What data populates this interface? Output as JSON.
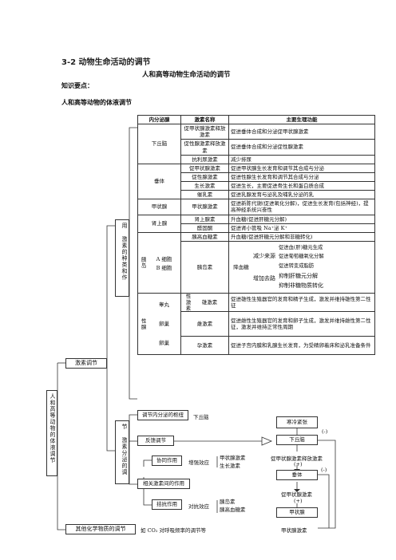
{
  "heading": {
    "section": "3-2 动物生命活动的调节",
    "title": "人和高等动物生命活动的调节",
    "key_points": "知识要点：",
    "sub": "人和高等动物的体液调节"
  },
  "left_tree": {
    "root": "人和高等动物的体液调节",
    "hormone_reg": "激素调节",
    "use_label": "用 激素的种类和作",
    "reg_label": "节 激素分泌的调",
    "other_reg": "其他化学物质的调节",
    "other_example": "如 CO₂ 对呼吸频率的调节等"
  },
  "table": {
    "headers": [
      "内分泌腺",
      "激素名称",
      "主要生理功能"
    ],
    "hypothalamus": {
      "gland": "下丘脑",
      "rows": [
        {
          "name": "促甲状腺激素释放激素",
          "func": "促进垂体合成和分泌促甲状腺激素"
        },
        {
          "name": "促性腺激素释放激素",
          "func": "促进垂体合成和分泌促性腺激素"
        },
        {
          "name": "抗利尿激素",
          "func": "减少排尿"
        }
      ]
    },
    "pituitary": {
      "gland": "垂体",
      "rows": [
        {
          "name": "促甲状腺激素",
          "func": "促进甲状腺生长发育和调节其合成与分泌"
        },
        {
          "name": "促性腺激素",
          "func": "促进性腺生长发育和调节其合成与分泌"
        },
        {
          "name": "生长激素",
          "func": "促进生长，主要促进骨生长和蛋白质合成"
        },
        {
          "name": "催乳素",
          "func": "促进乳腺发育与泌乳及哺乳分泌的乳"
        }
      ]
    },
    "thyroid": {
      "gland": "甲状腺",
      "name": "甲状腺激素",
      "func": "促进新陈代谢(促进氧化分解)，促进生长发育(包括神经)，提高神经系统兴奋性"
    },
    "adrenal": {
      "gland": "肾上腺",
      "rows": [
        {
          "name": "肾上腺素",
          "func": "升血糖(促进肝糖元分解)"
        },
        {
          "name": "醛固酮",
          "func": "促进肾小管吸 Na⁺泌 K⁺"
        }
      ]
    },
    "pancreas": {
      "gland": "胰岛",
      "a_cell": "A 细胞",
      "a_hormone": "胰高血糖素",
      "a_func": "升血糖(促进肝糖元分解和非糖转化)",
      "b_cell": "B 细胞",
      "b_hormone": "胰岛素",
      "lower": "降血糖",
      "reduce_source": "减少来源",
      "increase_path": "增加去路",
      "effects": [
        "促进血(肝)糖元生成",
        "促进葡萄糖氧化分解",
        "促进转变成脂肪",
        "抑制肝糖元分解",
        "抑制非糖物质转化"
      ]
    },
    "gonad": {
      "gland": "性腺",
      "sex_hormone": "性激素",
      "rows": [
        {
          "organ": "睾丸",
          "name": "雄激素",
          "func": "促进雄性生殖器官的发育和精子生成，激发并维持雄性第二性征"
        },
        {
          "organ": "卵巢",
          "name": "雌激素",
          "func": "促进雌性生殖器官的发育和卵子生成，激发并维持雌性第二性征，激发并维持正常性周期"
        },
        {
          "organ": "卵巢",
          "name": "孕激素",
          "func": "促进子宫内膜和乳腺生长发育，为受精卵着床和泌乳准备条件"
        }
      ]
    }
  },
  "regulation": {
    "center": "调节内分泌的枢纽",
    "center_val": "下丘脑",
    "feedback": "反馈调节",
    "synergy": "协同作用",
    "synergy_effect": "增强效应",
    "synergy_items": [
      "甲状腺激素",
      "生长激素"
    ],
    "relation": "相关激素间的作用",
    "antagonism": "拮抗作用",
    "antagonism_effect": "对抗效应",
    "antagonism_items": [
      "胰岛素",
      "胰高血糖素"
    ]
  },
  "flow": {
    "stimulus": "寒冷紧张",
    "hypothalamus": "下丘脑",
    "trh": "促甲状腺激素释放激素",
    "plus1": "(+)",
    "pituitary": "垂体",
    "tsh": "促甲状腺激素",
    "plus2": "(+)",
    "thyroid": "甲状腺",
    "th": "甲状腺激素",
    "minus1": "(-)",
    "minus2": "(-)"
  }
}
